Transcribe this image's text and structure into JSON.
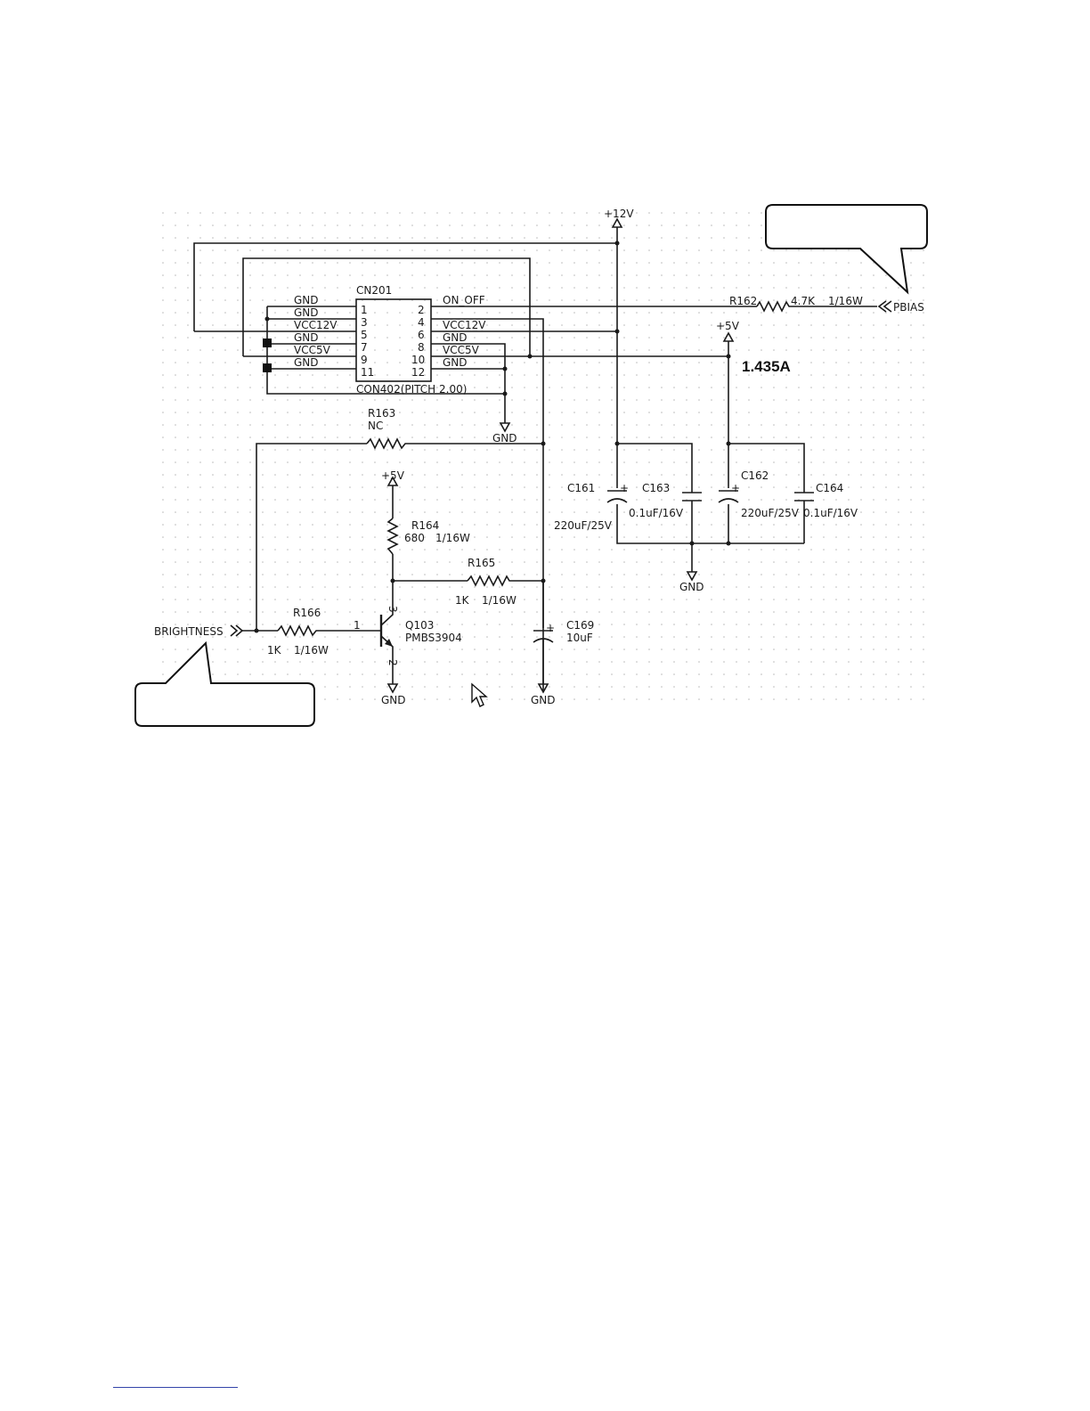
{
  "connector": {
    "ref": "CN201",
    "part": "CON402(PITCH 2.00)",
    "left_pins": [
      "1",
      "3",
      "5",
      "7",
      "9",
      "11"
    ],
    "right_pins": [
      "2",
      "4",
      "6",
      "8",
      "10",
      "12"
    ],
    "left_nets": [
      "GND",
      "GND",
      "VCC12V",
      "GND",
      "VCC5V",
      "GND"
    ],
    "right_nets": [
      "ON_OFF",
      "VCC12V",
      "GND",
      "VCC5V",
      "GND"
    ]
  },
  "rails": {
    "p12v": "+12V",
    "p5v_top": "+5V",
    "p5v_q": "+5V",
    "gnd": "GND"
  },
  "current_note": "1.435A",
  "ports": {
    "pbias": "PBIAS",
    "brightness": "BRIGHTNESS"
  },
  "components": {
    "r162": {
      "ref": "R162",
      "value": "4.7K",
      "power": "1/16W"
    },
    "r163": {
      "ref": "R163",
      "value": "NC"
    },
    "r164": {
      "ref": "R164",
      "value": "680",
      "power": "1/16W"
    },
    "r165": {
      "ref": "R165",
      "value": "1K",
      "power": "1/16W"
    },
    "r166": {
      "ref": "R166",
      "value": "1K",
      "power": "1/16W"
    },
    "q103": {
      "ref": "Q103",
      "part": "PMBS3904",
      "pin_b": "1",
      "pin_c": "3",
      "pin_e": "2"
    },
    "c161": {
      "ref": "C161",
      "value": "220uF/25V"
    },
    "c162": {
      "ref": "C162",
      "value": "220uF/25V"
    },
    "c163": {
      "ref": "C163",
      "value": "0.1uF/16V"
    },
    "c164": {
      "ref": "C164",
      "value": "0.1uF/16V"
    },
    "c169": {
      "ref": "C169",
      "value": "10uF"
    }
  }
}
